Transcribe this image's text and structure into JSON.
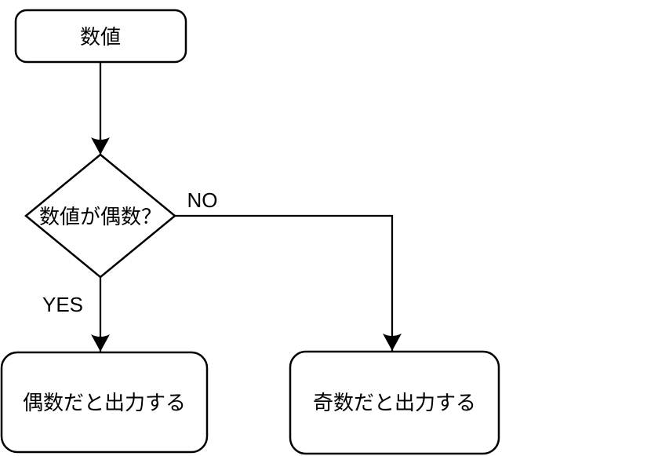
{
  "diagram": {
    "type": "flowchart",
    "background_color": "#ffffff",
    "stroke_color": "#000000",
    "node_fill_color": "#ffffff",
    "text_color": "#000000",
    "nodes": [
      {
        "id": "start",
        "shape": "rounded-rect",
        "label": "数値"
      },
      {
        "id": "decision",
        "shape": "diamond",
        "label": "数値が偶数？"
      },
      {
        "id": "even",
        "shape": "rounded-rect",
        "label": "偶数だと出力する"
      },
      {
        "id": "odd",
        "shape": "rounded-rect",
        "label": "奇数だと出力する"
      }
    ],
    "edges": [
      {
        "from": "start",
        "to": "decision",
        "label": ""
      },
      {
        "from": "decision",
        "to": "even",
        "label": "YES"
      },
      {
        "from": "decision",
        "to": "odd",
        "label": "NO"
      }
    ]
  }
}
